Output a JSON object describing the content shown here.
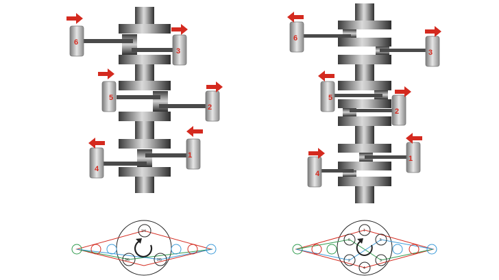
{
  "colors": {
    "arrow": "#d42a1f",
    "label": "#d42a1f",
    "order_ring": "#d42a1f",
    "left_bank": "#2e9a4c",
    "right_bank": "#3a9ad9",
    "center": "#222222"
  },
  "engines": [
    {
      "pistons": [
        {
          "num": "6",
          "arrow": "right"
        },
        {
          "num": "3",
          "arrow": "right"
        },
        {
          "num": "5",
          "arrow": "right"
        },
        {
          "num": "2",
          "arrow": "right"
        },
        {
          "num": "1",
          "arrow": "left"
        },
        {
          "num": "4",
          "arrow": "left"
        }
      ],
      "firing_diagram": {
        "labels": [
          "1/4",
          "3/6",
          "2/5"
        ],
        "rotation": "counter-clockwise"
      }
    },
    {
      "pistons": [
        {
          "num": "6",
          "arrow": "left"
        },
        {
          "num": "3",
          "arrow": "right"
        },
        {
          "num": "5",
          "arrow": "left"
        },
        {
          "num": "2",
          "arrow": "right"
        },
        {
          "num": "1",
          "arrow": "left"
        },
        {
          "num": "4",
          "arrow": "right"
        }
      ],
      "firing_diagram": {
        "labels": [
          "1",
          "6",
          "5",
          "2",
          "3",
          "4"
        ],
        "rotation": "counter-clockwise"
      }
    }
  ]
}
